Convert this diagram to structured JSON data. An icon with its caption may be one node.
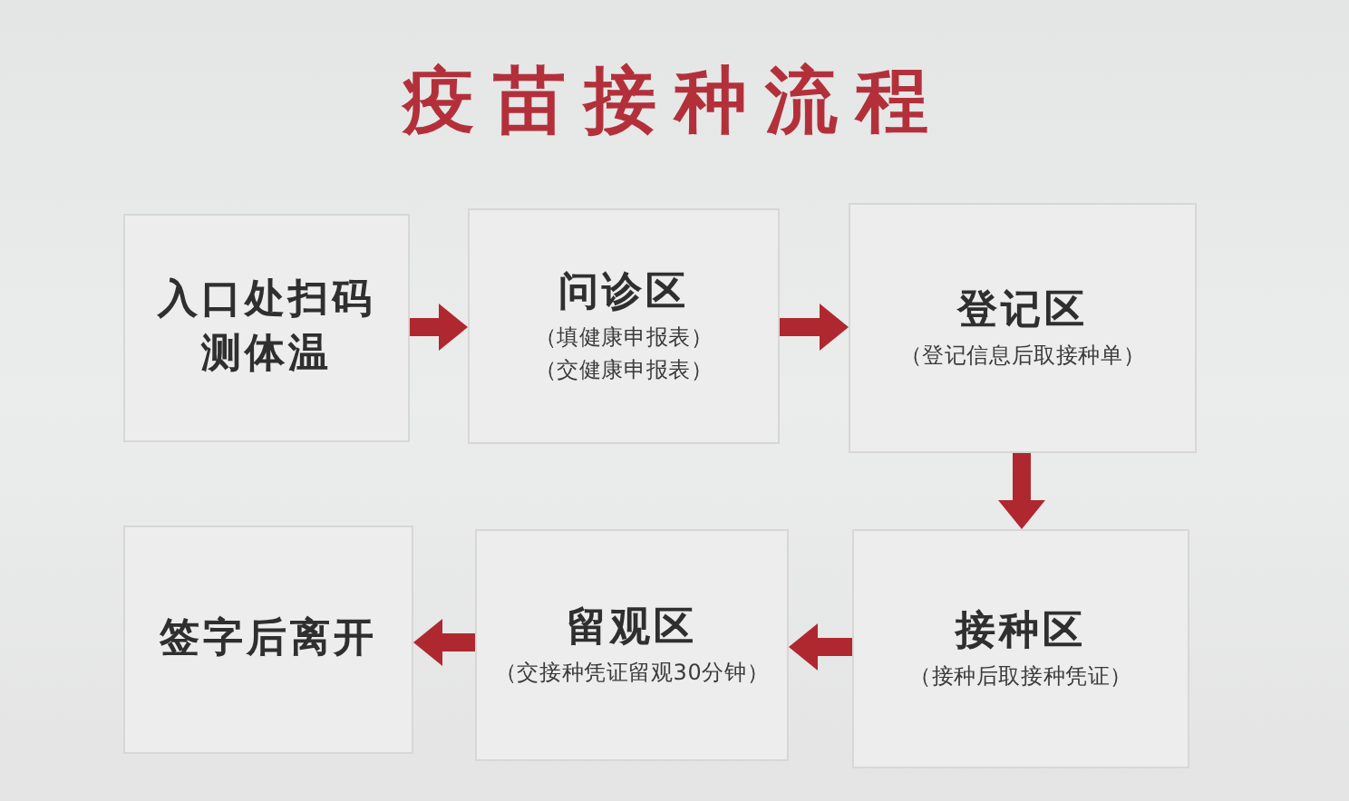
{
  "diagram": {
    "title": "疫苗接种流程",
    "nodes": [
      {
        "text": [
          "入口处扫码测体温"
        ]
      },
      {
        "text": [
          "问诊区",
          "（填健康申报表）",
          "（交健康申报表）"
        ]
      },
      {
        "text": [
          "登记区",
          "（登记信息后取接种单）"
        ]
      },
      {
        "text": [
          "接种区",
          "（接种后取接种凭证）"
        ]
      },
      {
        "text": [
          "留观区",
          "（交接种凭证留观30分钟）"
        ]
      },
      {
        "text": [
          "签字后离开"
        ]
      }
    ],
    "edges": [
      {
        "from": 0,
        "to": 1,
        "arrow": "to"
      },
      {
        "from": 1,
        "to": 2,
        "arrow": "to"
      },
      {
        "from": 2,
        "to": 3,
        "arrow": "to"
      },
      {
        "from": 3,
        "to": 4,
        "arrow": "to"
      },
      {
        "from": 4,
        "to": 5,
        "arrow": "to"
      }
    ]
  }
}
